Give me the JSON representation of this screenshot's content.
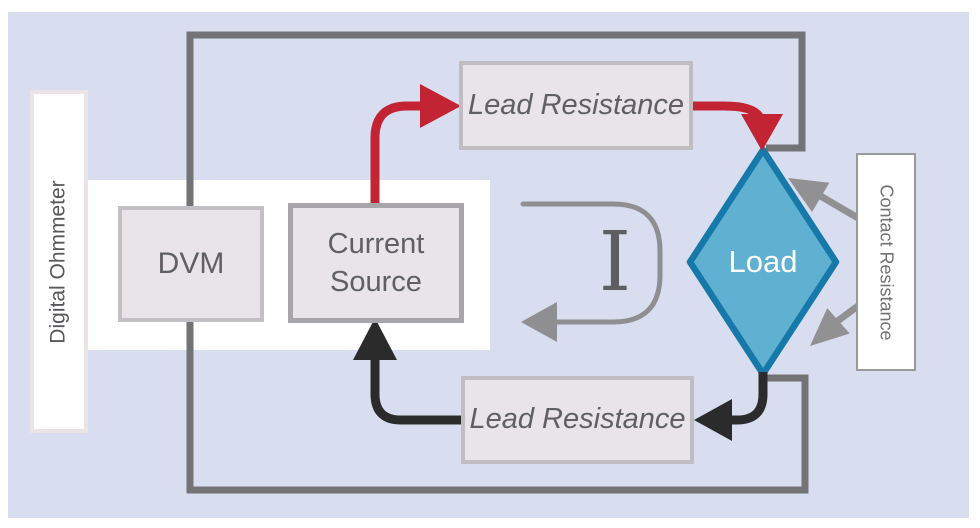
{
  "diagram": {
    "ohmmeter_group": {
      "label": "Digital Ohmmeter",
      "dvm_label": "DVM",
      "current_source_label": "Current Source"
    },
    "lead_resistance_top": "Lead Resistance",
    "lead_resistance_bottom": "Lead Resistance",
    "load_label": "Load",
    "contact_resistance_label": "Contact Resistance",
    "current_symbol": "I"
  },
  "colors": {
    "panel_background": "#d8def0",
    "component_fill": "#e8e4e7",
    "component_border_light": "#bfbdc1",
    "component_border_dark": "#a8a5aa",
    "wire_gray": "#737376",
    "wire_red": "#c22433",
    "wire_black": "#2b2b2b",
    "current_loop_gray": "#8f8f92",
    "contact_arrow_gray": "#919193",
    "load_fill": "#5fb0d1",
    "load_border": "#1779a9",
    "text_gray": "#5f6063"
  }
}
